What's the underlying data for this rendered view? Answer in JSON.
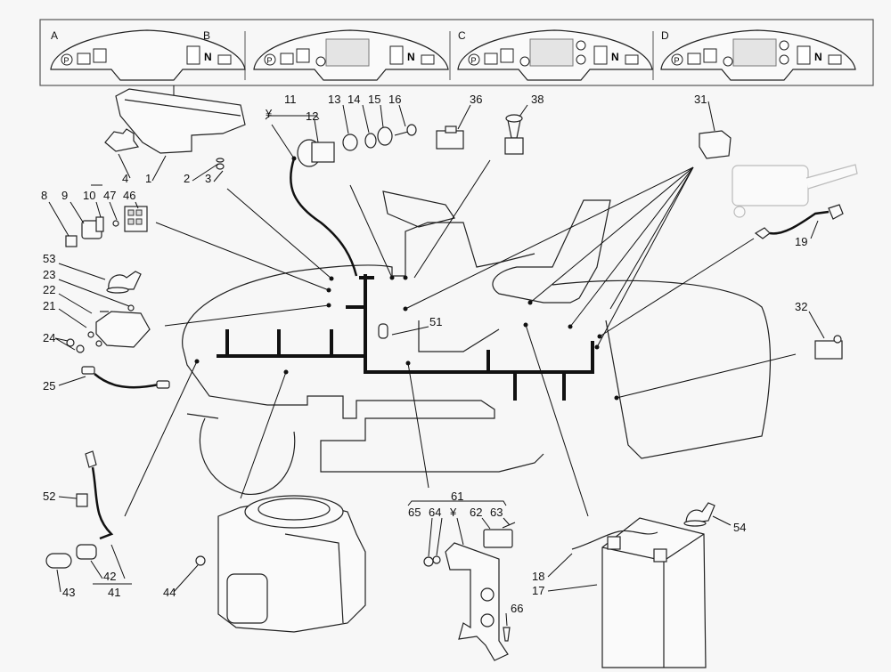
{
  "title": "Electrical system exploded parts diagram",
  "dash_variants": [
    {
      "id": "A",
      "extra_label": "B",
      "display": false,
      "indicators": [
        "parking-brake",
        "fuel",
        "mower-engage",
        "seat",
        "neutral",
        "battery"
      ]
    },
    {
      "id": "",
      "display": true,
      "indicators": [
        "parking-brake",
        "fuel",
        "mower-engage",
        "ignition-key",
        "seat",
        "neutral",
        "battery"
      ]
    },
    {
      "id": "C",
      "display": true,
      "side_buttons": [
        "up-arrow",
        "down-arrow"
      ],
      "indicators": [
        "parking-brake",
        "fuel",
        "mower-engage",
        "ignition-key",
        "seat",
        "neutral",
        "battery"
      ]
    },
    {
      "id": "D",
      "display": true,
      "side_buttons": [
        "cut-height",
        "bag-full"
      ],
      "indicators": [
        "parking-brake",
        "fuel",
        "mower-engage",
        "ignition-key",
        "seat",
        "neutral",
        "battery"
      ]
    }
  ],
  "panel_neutral_glyph": "N",
  "panel_parking_glyph": "P",
  "kit_marker": "¥",
  "callouts": {
    "c1": "1",
    "c2": "2",
    "c3": "3",
    "c4": "4",
    "c8": "8",
    "c9": "9",
    "c10": "10",
    "c11": "11",
    "c12": "12",
    "c13": "13",
    "c14": "14",
    "c15": "15",
    "c16": "16",
    "c17": "17",
    "c18": "18",
    "c19": "19",
    "c21": "21",
    "c22": "22",
    "c23": "23",
    "c24": "24",
    "c25": "25",
    "c31": "31",
    "c32": "32",
    "c36": "36",
    "c38": "38",
    "c41": "41",
    "c42": "42",
    "c43": "43",
    "c44": "44",
    "c46": "46",
    "c47": "47",
    "c51": "51",
    "c52": "52",
    "c53": "53",
    "c54": "54",
    "c61": "61",
    "c62": "62",
    "c63": "63",
    "c64": "64",
    "c65": "65",
    "c66": "66"
  }
}
